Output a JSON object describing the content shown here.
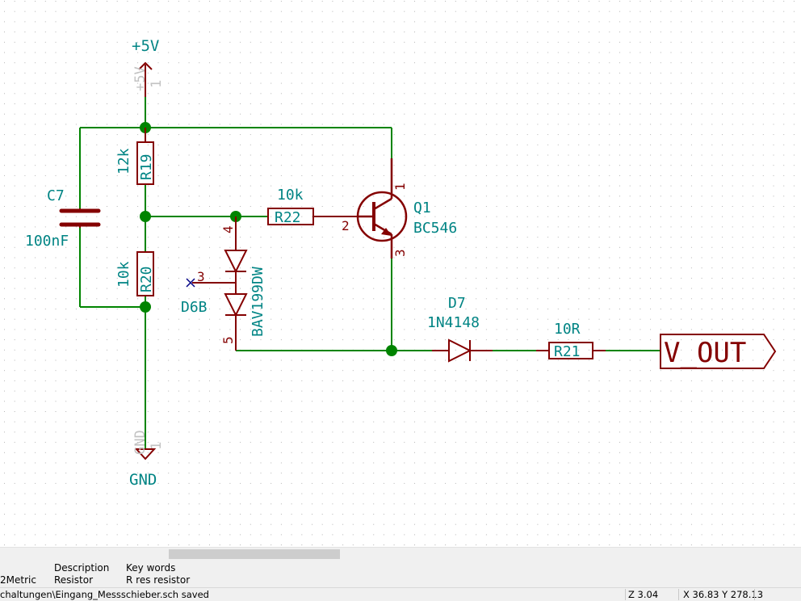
{
  "schematic": {
    "power": {
      "net_label": "+5V",
      "pin_name": "+5V",
      "pin_number": "1"
    },
    "ground": {
      "net_label": "GND",
      "pin_name": "GND",
      "pin_number": "1"
    },
    "components": {
      "r19": {
        "ref": "R19",
        "value": "12k"
      },
      "r20": {
        "ref": "R20",
        "value": "10k"
      },
      "r22": {
        "ref": "R22",
        "value": "10k"
      },
      "r21": {
        "ref": "R21",
        "value": "10R"
      },
      "c7": {
        "ref": "C7",
        "value": "100nF"
      },
      "q1": {
        "ref": "Q1",
        "value": "BC546",
        "pin_collector": "1",
        "pin_base": "2",
        "pin_emitter": "3"
      },
      "d6": {
        "ref": "D6B",
        "value": "BAV199DW",
        "pin_top": "4",
        "pin_mid": "3",
        "pin_bottom": "5"
      },
      "d7": {
        "ref": "D7",
        "value": "1N4148"
      }
    },
    "output_label": "V_OUT"
  },
  "colors": {
    "wire": "#008400",
    "component": "#840000",
    "text": "#008484",
    "power_hidden": "#c2c2c2",
    "no_connect": "#000084",
    "grid_dot": "#b4b4b4"
  },
  "message_panel": {
    "col1_value": "2Metric",
    "col2_header": "Description",
    "col2_value": "Resistor",
    "col3_header": "Key words",
    "col3_value": "R res resistor"
  },
  "status_bar": {
    "message": "chaltungen\\Eingang_Messschieber.sch saved",
    "zoom": "Z 3.04",
    "coords": "X 36.83  Y 278.13"
  }
}
